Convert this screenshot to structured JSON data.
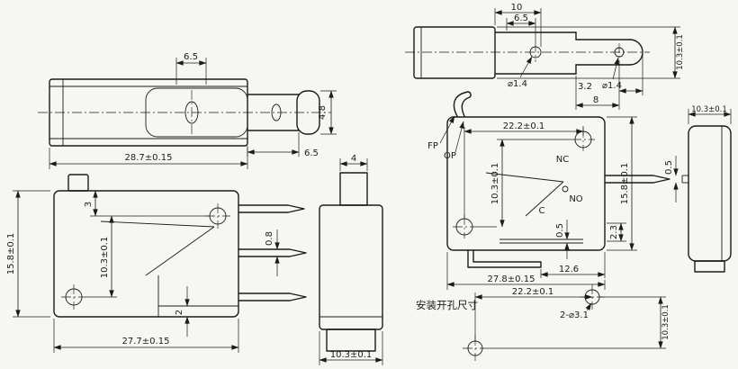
{
  "meta": {
    "background": "#f6f6f3",
    "line_color": "#1b1b1b"
  },
  "views": {
    "top_plunger": {
      "dims": {
        "slot_width": "6.5",
        "body_length": "28.7±0.15",
        "plunger_length": "6.5",
        "plunger_height": "4.8"
      }
    },
    "top_lever": {
      "dims": {
        "offset_10": "10",
        "slot_width": "6.5",
        "body_width": "10.3±0.1",
        "hole_left_dia": "⌀1.4",
        "hole_right_dia": "⌀1.4",
        "tip_offset": "3.2",
        "hole_offset": "8"
      }
    },
    "front_plunger": {
      "dims": {
        "button_offset": "3",
        "body_height": "15.8±0.1",
        "hole_spacing": "10.3±0.1",
        "terminal_thickness": "0.8",
        "base_step": "2",
        "body_length": "27.7±0.15"
      }
    },
    "end_plunger": {
      "dims": {
        "button_width": "4",
        "body_width": "10.3±0.1"
      }
    },
    "front_lever": {
      "terminal_labels": {
        "nc": "NC",
        "no": "NO",
        "common": "C"
      },
      "position_labels": {
        "fp": "FP",
        "op": "OP"
      },
      "dims": {
        "hole_spacing_h": "22.2±0.1",
        "hole_spacing_v": "10.3±0.1",
        "body_height": "15.8±0.1",
        "blade_thickness": "0.5",
        "contact_thickness": "0.5",
        "terminal_drop": "2.3",
        "bracket_span": "12.6",
        "body_length": "27.8±0.15"
      }
    },
    "side": {
      "dims": {
        "body_width": "10.3±0.1"
      }
    },
    "mounting": {
      "title": "安装开孔尺寸",
      "dims": {
        "hole_spacing_h": "22.2±0.1",
        "hole_callout": "2-⌀3.1",
        "hole_spacing_v": "10.3±0.1"
      }
    }
  }
}
